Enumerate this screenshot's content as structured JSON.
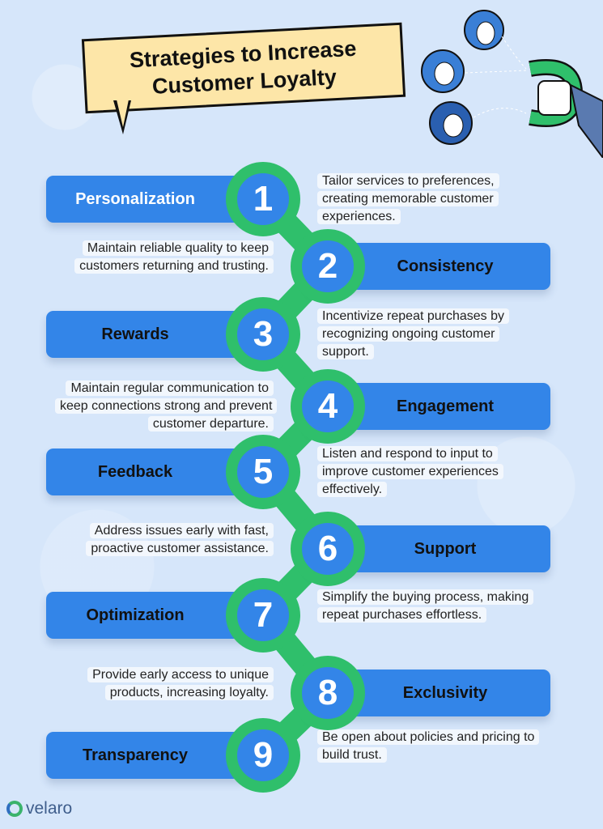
{
  "title": "Strategies to Increase Customer Loyalty",
  "brand": "velaro",
  "colors": {
    "blue": "#3385e8",
    "green": "#2fbf6b",
    "title_bg": "#fde6a8",
    "background": "#d6e6fa"
  },
  "strategies": [
    {
      "number": "1",
      "label": "Personalization",
      "description": "Tailor services to preferences, creating memorable customer experiences."
    },
    {
      "number": "2",
      "label": "Consistency",
      "description": "Maintain reliable quality to keep customers returning and trusting."
    },
    {
      "number": "3",
      "label": "Rewards",
      "description": "Incentivize repeat purchases by recognizing ongoing customer support."
    },
    {
      "number": "4",
      "label": "Engagement",
      "description": "Maintain regular communication to keep connections strong and prevent customer departure."
    },
    {
      "number": "5",
      "label": "Feedback",
      "description": "Listen and respond to input to improve customer experiences effectively."
    },
    {
      "number": "6",
      "label": "Support",
      "description": "Address issues early with fast, proactive customer assistance."
    },
    {
      "number": "7",
      "label": "Optimization",
      "description": "Simplify the buying process, making repeat purchases effortless."
    },
    {
      "number": "8",
      "label": "Exclusivity",
      "description": "Provide early access to unique products, increasing loyalty."
    },
    {
      "number": "9",
      "label": "Transparency",
      "description": "Be open about policies and pricing to build trust."
    }
  ]
}
